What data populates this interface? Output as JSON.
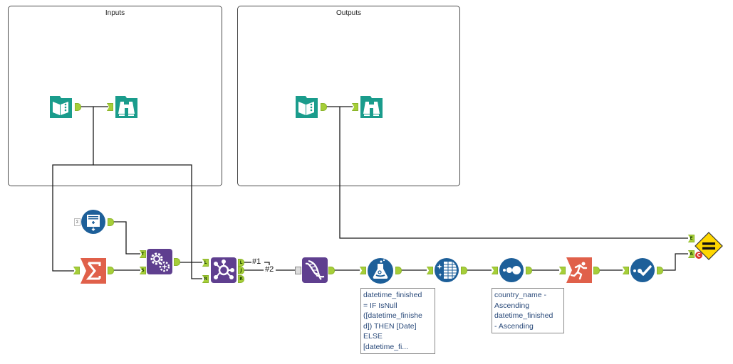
{
  "containers": {
    "inputs": {
      "title": "Inputs"
    },
    "outputs": {
      "title": "Outputs"
    }
  },
  "tools": [
    {
      "id": "input-data-1",
      "type": "Input Data",
      "icon": "book-icon",
      "color": "#1a9c8c"
    },
    {
      "id": "browse-1",
      "type": "Browse",
      "icon": "binoculars-icon",
      "color": "#1a9c8c"
    },
    {
      "id": "input-data-2",
      "type": "Input Data",
      "icon": "book-icon",
      "color": "#1a9c8c"
    },
    {
      "id": "browse-2",
      "type": "Browse",
      "icon": "binoculars-icon",
      "color": "#1a9c8c"
    },
    {
      "id": "text-input",
      "type": "Text Input",
      "icon": "text-input-icon",
      "color": "#1d5f99"
    },
    {
      "id": "summarize",
      "type": "Summarize",
      "icon": "sigma-icon",
      "color": "#e0604a"
    },
    {
      "id": "dynamic-replace",
      "type": "Dynamic Replace",
      "icon": "gears-icon",
      "color": "#5f3f8f"
    },
    {
      "id": "join",
      "type": "Join",
      "icon": "join-icon",
      "color": "#5f3f8f"
    },
    {
      "id": "union-dna",
      "type": "Union",
      "icon": "dna-icon",
      "color": "#5f3f8f"
    },
    {
      "id": "formula",
      "type": "Formula",
      "icon": "flask-icon",
      "color": "#1d5f99"
    },
    {
      "id": "data-cleansing",
      "type": "Data Cleansing",
      "icon": "cleanse-icon",
      "color": "#1d5f99"
    },
    {
      "id": "sort",
      "type": "Sort",
      "icon": "sort-dots-icon",
      "color": "#1d5f99"
    },
    {
      "id": "runner",
      "type": "Run Command",
      "icon": "runner-icon",
      "color": "#e0604a"
    },
    {
      "id": "select",
      "type": "Select",
      "icon": "checkmark-icon",
      "color": "#1d5f99"
    },
    {
      "id": "test",
      "type": "Test",
      "icon": "equals-diamond-icon",
      "color": "#ffd700"
    }
  ],
  "anchors": {
    "text_input_in": "Σ",
    "dynamic_t": "T",
    "dynamic_s": "S",
    "join_l_in": "L",
    "join_r_in": "R",
    "join_l_out": "L",
    "join_j_out": "J",
    "join_r_out": "R",
    "test_e": "E",
    "test_a": "A",
    "test_badge": "C"
  },
  "wire_labels": {
    "first": "#1",
    "second": "#2"
  },
  "annotations": {
    "formula": "datetime_finished = IF IsNull ([datetime_finishe d]) THEN [Date] ELSE [datetime_fi...",
    "formula_lines": [
      "datetime_finished",
      "= IF IsNull",
      "([datetime_finishe",
      "d]) THEN [Date]",
      "ELSE",
      "[datetime_fi..."
    ],
    "sort_lines": [
      "country_name -",
      "Ascending",
      "datetime_finished",
      "- Ascending"
    ]
  },
  "colors": {
    "teal": "#1a9c8c",
    "blue": "#1d5f99",
    "purple": "#5f3f8f",
    "orange": "#e0604a",
    "anchor_green": "#a6ce39",
    "test_yellow": "#ffd700",
    "badge_red": "#d9342b"
  }
}
